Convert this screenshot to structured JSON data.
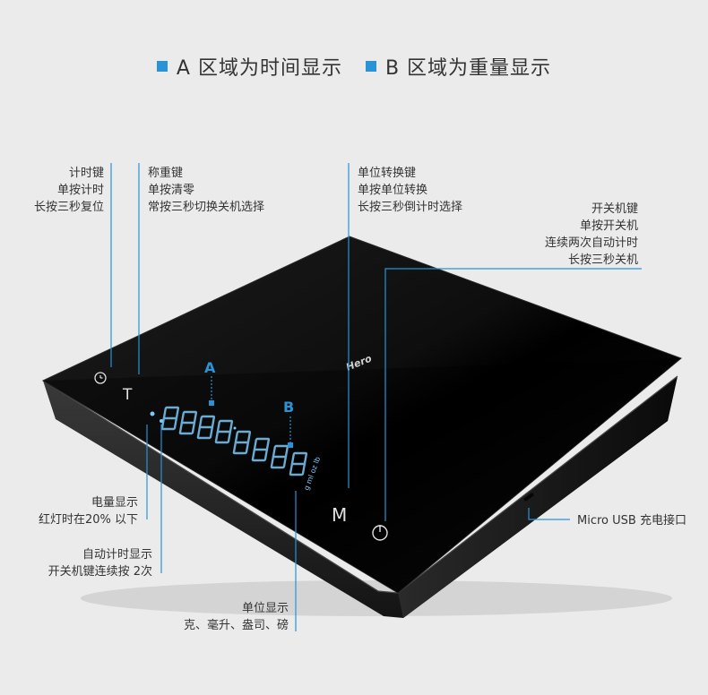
{
  "header": {
    "a_label": "A 区域为时间显示",
    "b_label": "B 区域为重量显示"
  },
  "device": {
    "brand": "Hero",
    "display_a": "A",
    "display_b": "B",
    "button_t": "T",
    "button_m": "M",
    "units": "g ml oz lb"
  },
  "annotations": {
    "timer_key": [
      "计时键",
      "单按计时",
      "长按三秒复位"
    ],
    "tare_key": [
      "称重键",
      "单按清零",
      "常按三秒切换关机选择"
    ],
    "unit_key": [
      "单位转换键",
      "单按单位转换",
      "长按三秒倒计时选择"
    ],
    "power_key": [
      "开关机键",
      "单按开关机",
      "连续两次自动计时",
      "长按三秒关机"
    ],
    "battery": [
      "电量显示",
      "红灯时在20% 以下"
    ],
    "auto_timer": [
      "自动计时显示",
      "开关机键连续按 2次"
    ],
    "unit_display": [
      "单位显示",
      "克、毫升、盎司、磅"
    ],
    "usb": [
      "Micro USB 充电接口"
    ]
  },
  "colors": {
    "accent": "#2a93d5",
    "body": "#111111",
    "background": "#ebebeb",
    "display": "#7ec8f5"
  }
}
